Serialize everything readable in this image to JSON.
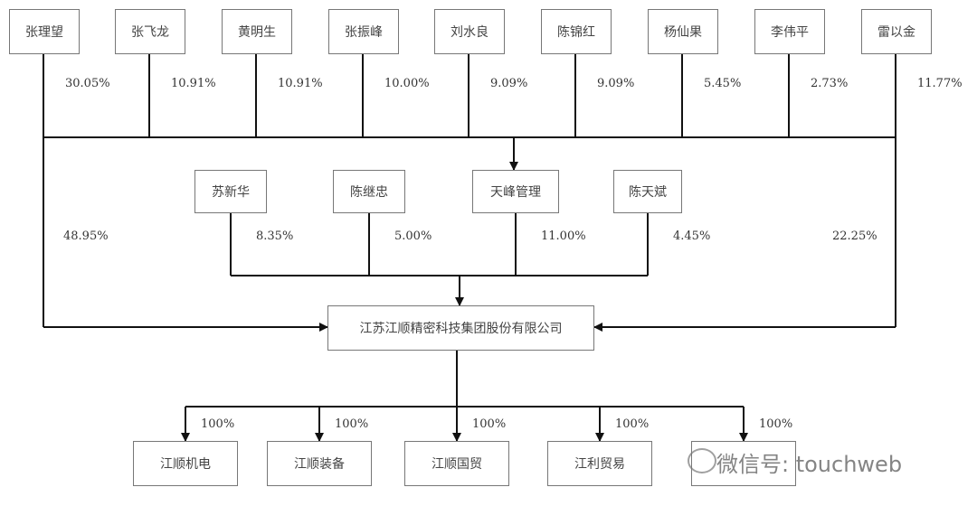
{
  "shareholders_top": [
    {
      "name": "张理望",
      "pct": "30.05%"
    },
    {
      "name": "张飞龙",
      "pct": "10.91%"
    },
    {
      "name": "黄明生",
      "pct": "10.91%"
    },
    {
      "name": "张振峰",
      "pct": "10.00%"
    },
    {
      "name": "刘水良",
      "pct": "9.09%"
    },
    {
      "name": "陈锦红",
      "pct": "9.09%"
    },
    {
      "name": "杨仙果",
      "pct": "5.45%"
    },
    {
      "name": "李伟平",
      "pct": "2.73%"
    },
    {
      "name": "雷以金",
      "pct": "11.77%"
    }
  ],
  "shareholders_mid": [
    {
      "name": "苏新华",
      "pct": "8.35%"
    },
    {
      "name": "陈继忠",
      "pct": "5.00%"
    },
    {
      "name": "天峰管理",
      "pct": "11.00%"
    },
    {
      "name": "陈天斌",
      "pct": "4.45%"
    }
  ],
  "direct_left_pct": "48.95%",
  "direct_right_pct": "22.25%",
  "company": "江苏江顺精密科技集团股份有限公司",
  "subsidiaries": [
    {
      "name": "江顺机电",
      "pct": "100%"
    },
    {
      "name": "江顺装备",
      "pct": "100%"
    },
    {
      "name": "江顺国贸",
      "pct": "100%"
    },
    {
      "name": "江利贸易",
      "pct": "100%"
    },
    {
      "name": "",
      "pct": "100%"
    }
  ],
  "watermark": "微信号: touchweb"
}
